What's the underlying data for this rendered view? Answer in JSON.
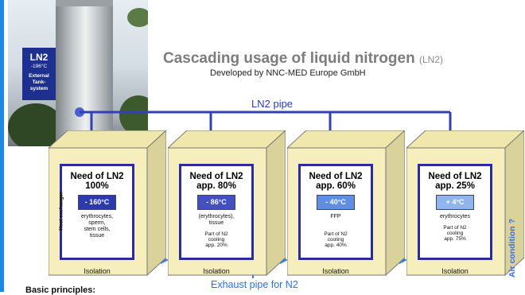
{
  "title": {
    "main": "Cascading usage of liquid nitrogen",
    "sub": "(LN2)"
  },
  "subtitle": "Developed by NNC-MED Europe GmbH",
  "tank": {
    "label": "LN2",
    "temp": "-196°C",
    "lines": [
      "External",
      "Tank-",
      "system"
    ]
  },
  "pipe_label": "LN2 pipe",
  "exhaust_label": "Exhaust pipe for N2",
  "basic_principles": "Basic principles:",
  "air_condition": "Air condition ?",
  "boxes": [
    {
      "need": "Need of LN2",
      "amount": "100%",
      "temp": "- 160°C",
      "content": [
        "erythrocytes,",
        "sperm,",
        "stem cells,",
        "tissue"
      ],
      "cooling": [],
      "side_label": "Heat exchanger",
      "isolation": "Isolation",
      "temp_color": "#2c3ab0"
    },
    {
      "need": "Need of LN2",
      "amount": "app. 80%",
      "temp": "- 86°C",
      "content": [
        "(erythrocytes),",
        "tissue"
      ],
      "cooling": [
        "Part of N2",
        "cooling",
        "app. 20%"
      ],
      "side_label": "",
      "isolation": "Isolation",
      "temp_color": "#4250c2"
    },
    {
      "need": "Need of LN2",
      "amount": "app. 60%",
      "temp": "- 40°C",
      "content": [
        "FFP"
      ],
      "cooling": [
        "Part of N2",
        "cooling",
        "app. 40%"
      ],
      "side_label": "",
      "isolation": "Isolation",
      "temp_color": "#5f8ee6"
    },
    {
      "need": "Need of LN2",
      "amount": "app. 25%",
      "temp": "+ 4°C",
      "content": [
        "erythrocytes"
      ],
      "cooling": [
        "Part of N2",
        "cooling",
        "app. 75%"
      ],
      "side_label": "",
      "isolation": "Isolation",
      "temp_color": "#8fb4f0"
    }
  ],
  "colors": {
    "pipe": "#3340b4",
    "exhaust": "#2f80ed",
    "cube_front": "#f6efbd",
    "cube_side": "#d9d29a",
    "panel_border": "#2b2d9c"
  }
}
